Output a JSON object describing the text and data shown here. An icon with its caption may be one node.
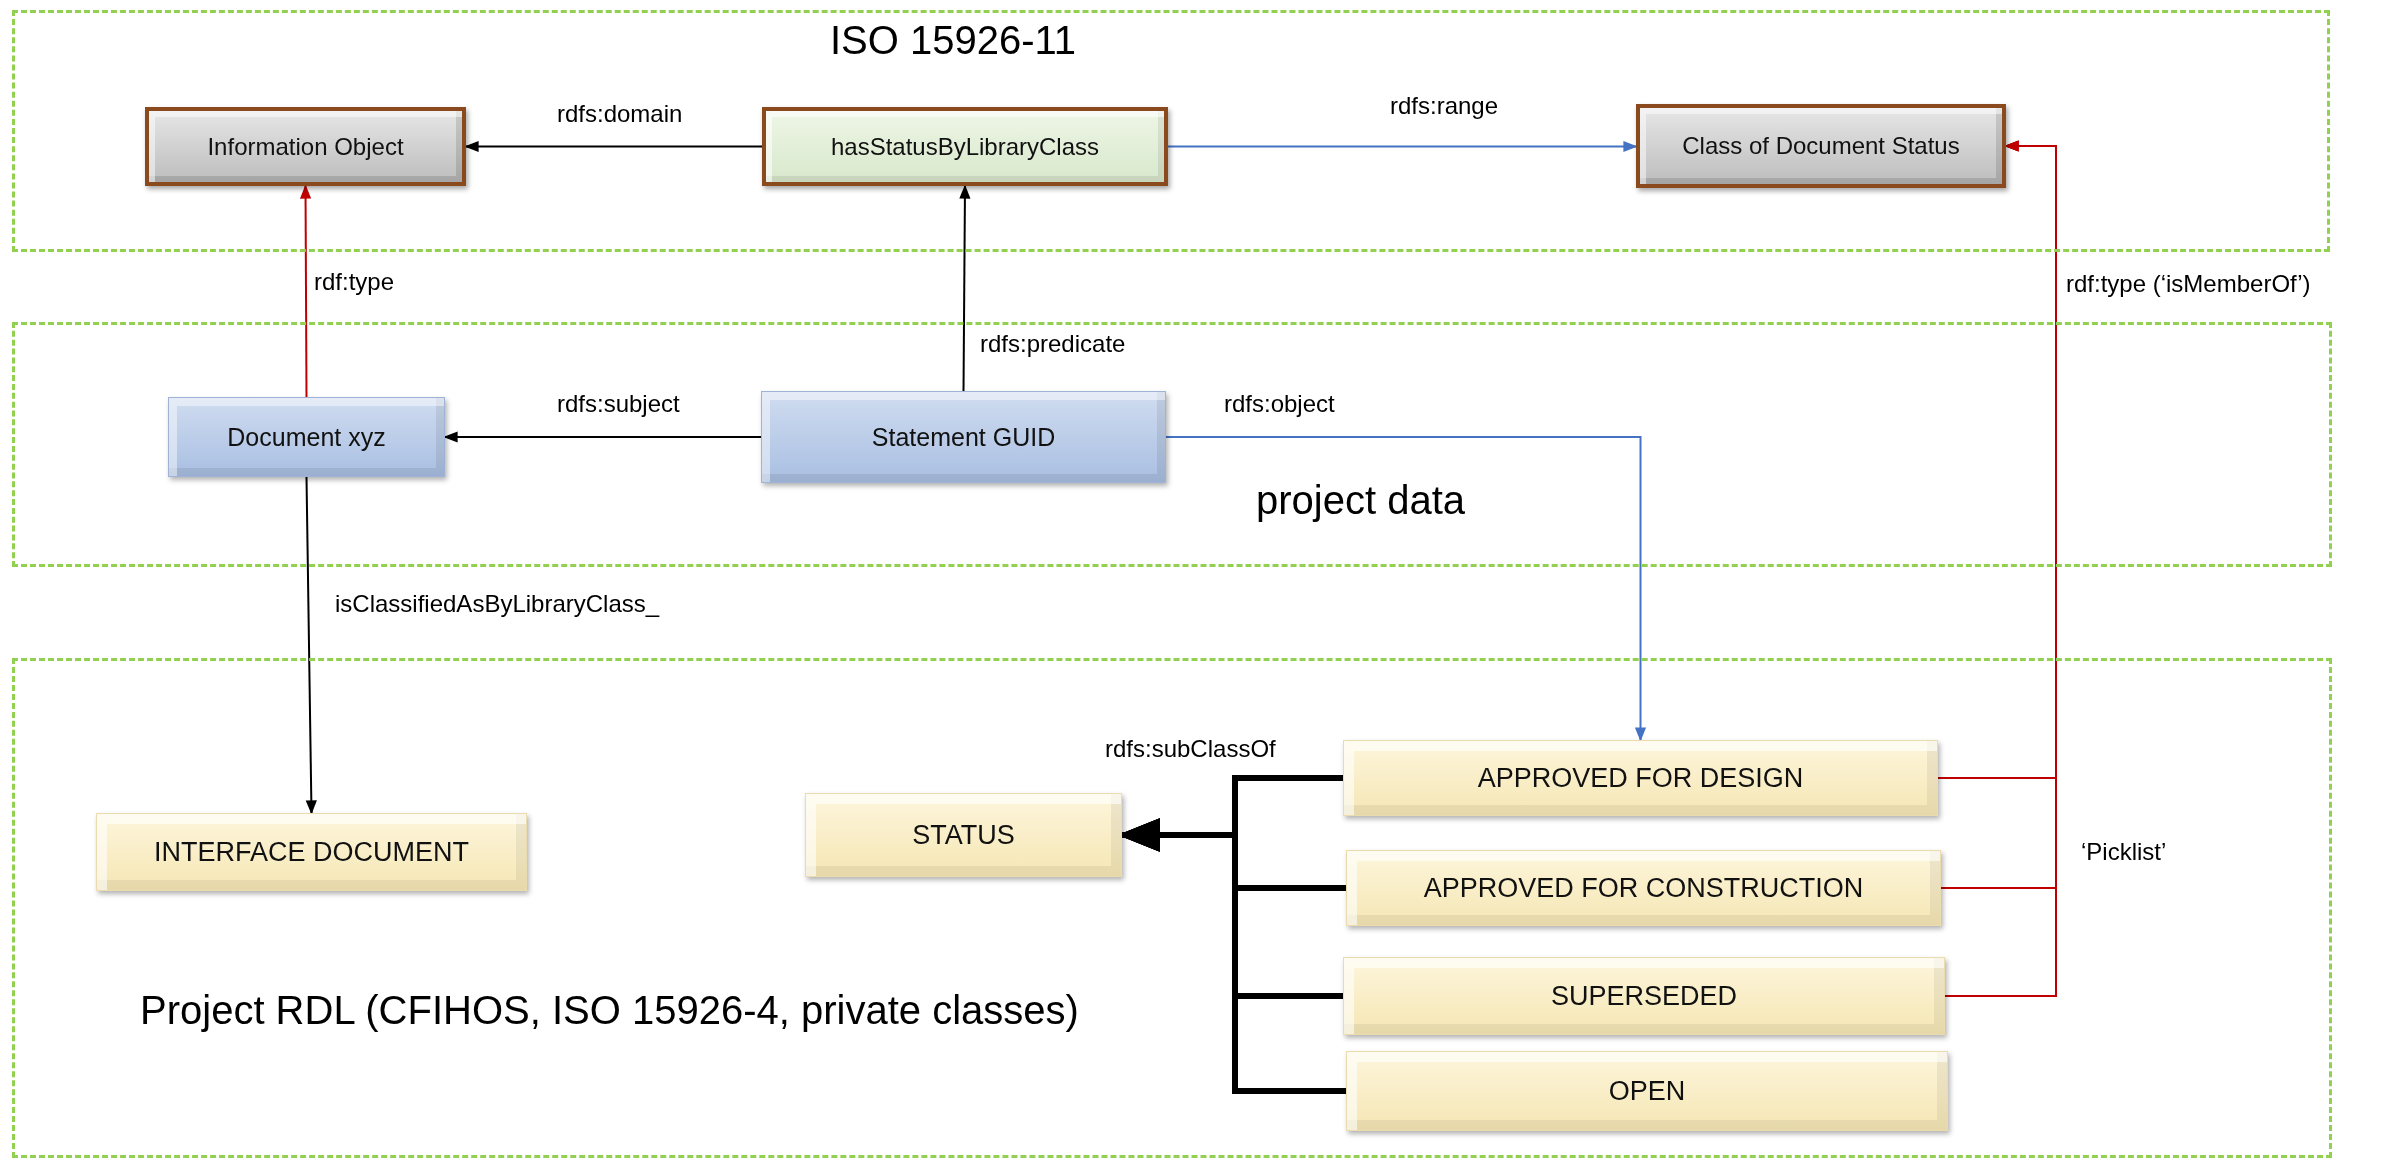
{
  "diagram": {
    "nodes": [
      {
        "text": [
          "ISO 15926-11"
        ]
      },
      {
        "text": [
          "Information Object"
        ],
        "in": 0
      },
      {
        "text": [
          "hasStatusByLibraryClass"
        ],
        "in": 0
      },
      {
        "text": [
          "Class of Document Status"
        ],
        "in": 0
      },
      {
        "text": [
          "project data"
        ]
      },
      {
        "text": [
          "Document xyz"
        ],
        "in": 4
      },
      {
        "text": [
          "Statement GUID"
        ],
        "in": 4
      },
      {
        "text": [
          "Project RDL (CFIHOS, ISO 15926-4, private classes)"
        ]
      },
      {
        "text": [
          "INTERFACE DOCUMENT"
        ],
        "in": 7
      },
      {
        "text": [
          "STATUS"
        ],
        "in": 7
      },
      {
        "text": [
          "APPROVED FOR DESIGN"
        ],
        "in": 7
      },
      {
        "text": [
          "APPROVED FOR CONSTRUCTION"
        ],
        "in": 7
      },
      {
        "text": [
          "SUPERSEDED"
        ],
        "in": 7
      },
      {
        "text": [
          "OPEN"
        ],
        "in": 7
      }
    ],
    "edges": [
      {
        "from": 2,
        "to": 1,
        "arrow": "to",
        "label": "rdfs:domain"
      },
      {
        "from": 2,
        "to": 3,
        "arrow": "to",
        "label": "rdfs:range",
        "color": "#4472c4"
      },
      {
        "from": 5,
        "to": 1,
        "arrow": "to",
        "label": "rdf:type",
        "color": "#c00000"
      },
      {
        "from": 6,
        "to": 2,
        "arrow": "to",
        "label": "rdfs:predicate"
      },
      {
        "from": 6,
        "to": 5,
        "arrow": "to",
        "label": "rdfs:subject"
      },
      {
        "from": 6,
        "to": 10,
        "arrow": "to",
        "label": "rdfs:object",
        "color": "#4472c4"
      },
      {
        "from": 5,
        "to": 8,
        "arrow": "to",
        "label": "isClassifiedAsByLibraryClass_"
      },
      {
        "from": 10,
        "to": 9,
        "arrow": "to",
        "label": "rdfs:subClassOf",
        "style": "thick"
      },
      {
        "from": 11,
        "to": 9,
        "arrow": "to",
        "style": "thick"
      },
      {
        "from": 12,
        "to": 9,
        "arrow": "to",
        "style": "thick"
      },
      {
        "from": 13,
        "to": 9,
        "arrow": "to",
        "style": "thick"
      },
      {
        "from": 10,
        "to": 3,
        "arrow": "to",
        "label": "rdf:type  (‘isMemberOf’)",
        "color": "#c00000"
      },
      {
        "from": 11,
        "to": 3,
        "arrow": "to",
        "label": "‘Picklist’",
        "color": "#c00000"
      },
      {
        "from": 12,
        "to": 3,
        "arrow": "to",
        "color": "#c00000"
      }
    ]
  }
}
